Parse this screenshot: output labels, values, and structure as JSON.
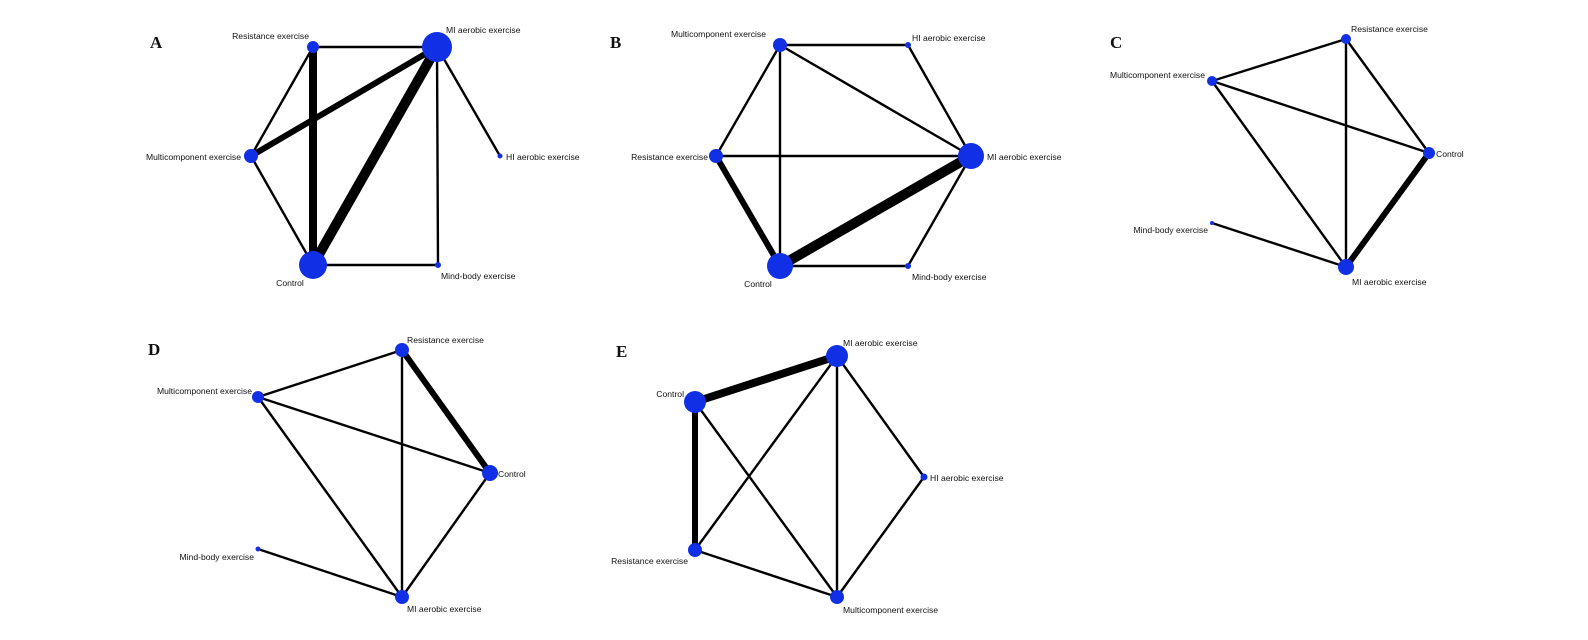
{
  "colors": {
    "node": "#1130e6",
    "edge": "#000000",
    "background": "#ffffff"
  },
  "panels": [
    {
      "letter": "A",
      "nodes": [
        {
          "id": "resistance",
          "label": "Resistance exercise"
        },
        {
          "id": "mi",
          "label": "MI aerobic exercise"
        },
        {
          "id": "hi",
          "label": "HI aerobic exercise"
        },
        {
          "id": "mindbody",
          "label": "Mind-body exercise"
        },
        {
          "id": "control",
          "label": "Control"
        },
        {
          "id": "multi",
          "label": "Multicomponent exercise"
        }
      ],
      "edges": [
        {
          "from": "resistance",
          "to": "mi"
        },
        {
          "from": "resistance",
          "to": "multi"
        },
        {
          "from": "resistance",
          "to": "control"
        },
        {
          "from": "multi",
          "to": "mi"
        },
        {
          "from": "multi",
          "to": "control"
        },
        {
          "from": "control",
          "to": "mi"
        },
        {
          "from": "control",
          "to": "mindbody"
        },
        {
          "from": "mi",
          "to": "hi"
        },
        {
          "from": "mi",
          "to": "mindbody"
        }
      ]
    },
    {
      "letter": "B",
      "nodes": [
        {
          "id": "multi",
          "label": "Multicomponent exercise"
        },
        {
          "id": "hi",
          "label": "HI aerobic exercise"
        },
        {
          "id": "mi",
          "label": "MI aerobic exercise"
        },
        {
          "id": "mindbody",
          "label": "Mind-body exercise"
        },
        {
          "id": "control",
          "label": "Control"
        },
        {
          "id": "resistance",
          "label": "Resistance exercise"
        }
      ],
      "edges": [
        {
          "from": "multi",
          "to": "hi"
        },
        {
          "from": "multi",
          "to": "mi"
        },
        {
          "from": "multi",
          "to": "resistance"
        },
        {
          "from": "multi",
          "to": "control"
        },
        {
          "from": "hi",
          "to": "mi"
        },
        {
          "from": "resistance",
          "to": "mi"
        },
        {
          "from": "resistance",
          "to": "control"
        },
        {
          "from": "control",
          "to": "mi"
        },
        {
          "from": "control",
          "to": "mindbody"
        },
        {
          "from": "mindbody",
          "to": "mi"
        }
      ]
    },
    {
      "letter": "C",
      "nodes": [
        {
          "id": "resistance",
          "label": "Resistance exercise"
        },
        {
          "id": "control",
          "label": "Control"
        },
        {
          "id": "mi",
          "label": "MI aerobic exercise"
        },
        {
          "id": "mindbody",
          "label": "Mind-body exercise"
        },
        {
          "id": "multi",
          "label": "Multicomponent exercise"
        }
      ],
      "edges": [
        {
          "from": "multi",
          "to": "resistance"
        },
        {
          "from": "multi",
          "to": "control"
        },
        {
          "from": "multi",
          "to": "mi"
        },
        {
          "from": "resistance",
          "to": "control"
        },
        {
          "from": "resistance",
          "to": "mi"
        },
        {
          "from": "control",
          "to": "mi"
        },
        {
          "from": "mindbody",
          "to": "mi"
        }
      ]
    },
    {
      "letter": "D",
      "nodes": [
        {
          "id": "resistance",
          "label": "Resistance exercise"
        },
        {
          "id": "control",
          "label": "Control"
        },
        {
          "id": "mi",
          "label": "MI aerobic exercise"
        },
        {
          "id": "mindbody",
          "label": "Mind-body exercise"
        },
        {
          "id": "multi",
          "label": "Multicomponent exercise"
        }
      ],
      "edges": [
        {
          "from": "multi",
          "to": "resistance"
        },
        {
          "from": "multi",
          "to": "control"
        },
        {
          "from": "multi",
          "to": "mi"
        },
        {
          "from": "resistance",
          "to": "control"
        },
        {
          "from": "resistance",
          "to": "mi"
        },
        {
          "from": "control",
          "to": "mi"
        },
        {
          "from": "mindbody",
          "to": "mi"
        }
      ]
    },
    {
      "letter": "E",
      "nodes": [
        {
          "id": "mi",
          "label": "MI aerobic exercise"
        },
        {
          "id": "hi",
          "label": "HI aerobic exercise"
        },
        {
          "id": "multi",
          "label": "Multicomponent exercise"
        },
        {
          "id": "resistance",
          "label": "Resistance exercise"
        },
        {
          "id": "control",
          "label": "Control"
        }
      ],
      "edges": [
        {
          "from": "control",
          "to": "mi"
        },
        {
          "from": "control",
          "to": "resistance"
        },
        {
          "from": "control",
          "to": "multi"
        },
        {
          "from": "mi",
          "to": "hi"
        },
        {
          "from": "mi",
          "to": "resistance"
        },
        {
          "from": "mi",
          "to": "multi"
        },
        {
          "from": "hi",
          "to": "multi"
        },
        {
          "from": "resistance",
          "to": "multi"
        }
      ]
    }
  ]
}
